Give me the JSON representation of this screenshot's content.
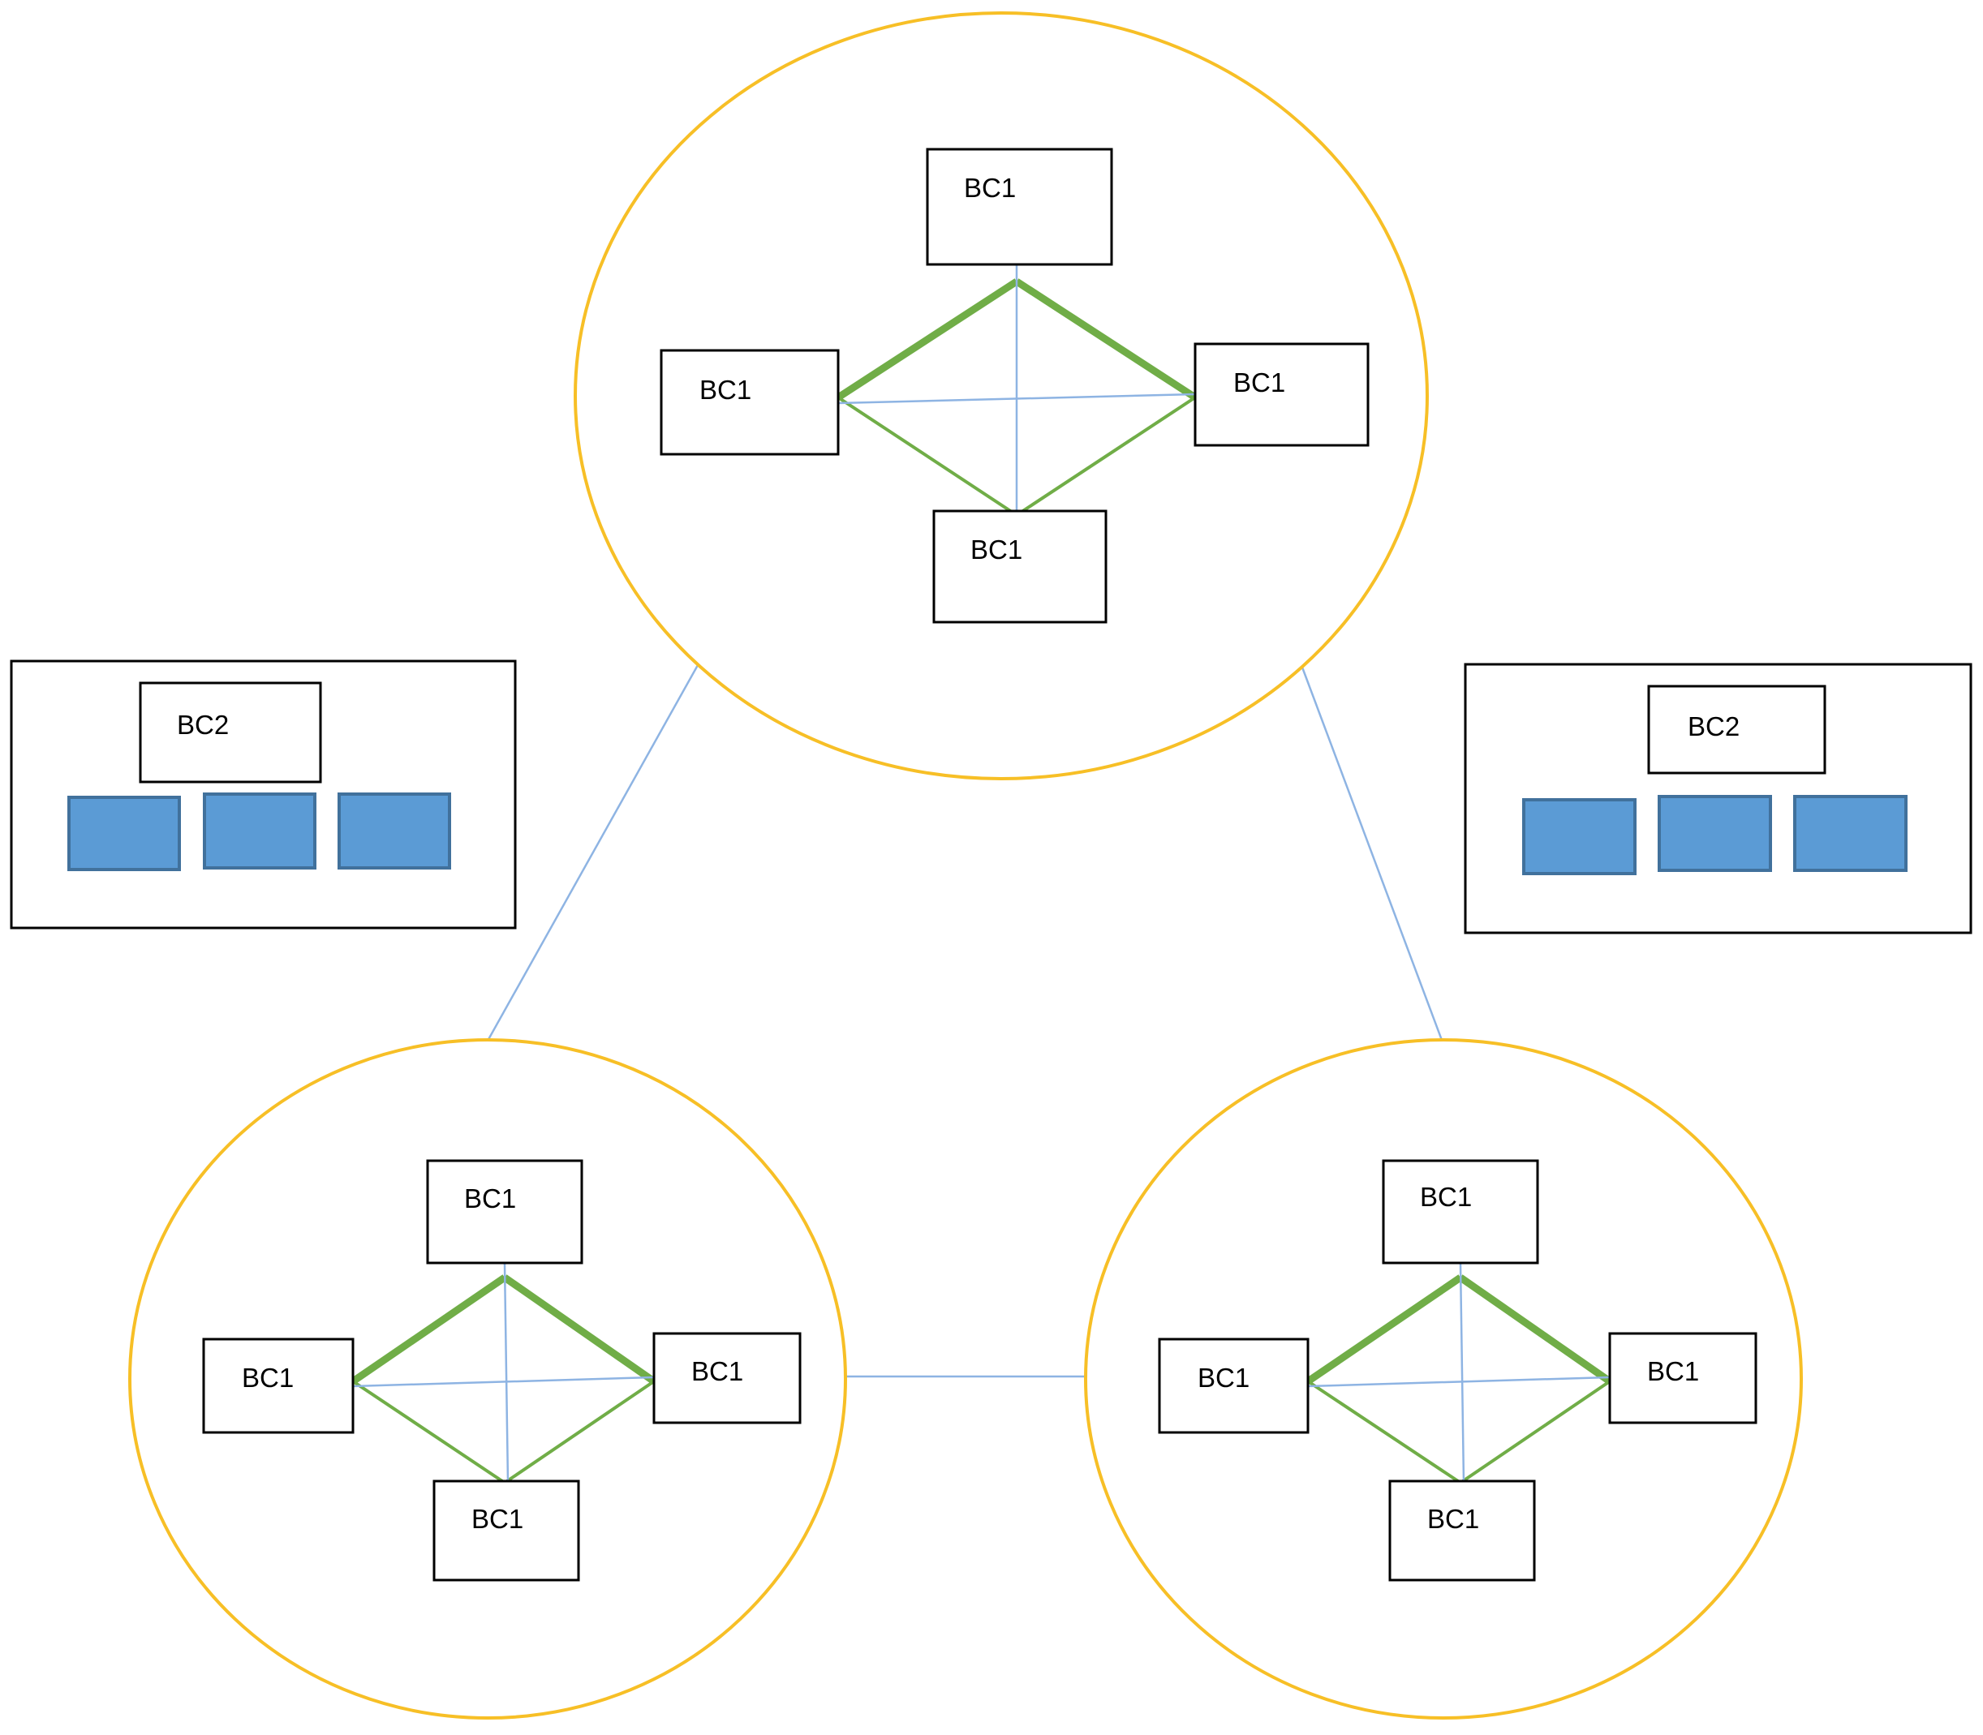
{
  "colors": {
    "cluster_outline": "#f7bf26",
    "mesh_link": "#70ad47",
    "cross_link": "#8eb4e3",
    "block_fill": "#5b9bd5",
    "block_border": "#41719c"
  },
  "clusters": [
    {
      "id": "top",
      "nodes": {
        "top": "BC1",
        "left": "BC1",
        "right": "BC1",
        "bottom": "BC1"
      }
    },
    {
      "id": "bottom-left",
      "nodes": {
        "top": "BC1",
        "left": "BC1",
        "right": "BC1",
        "bottom": "BC1"
      }
    },
    {
      "id": "bottom-right",
      "nodes": {
        "top": "BC1",
        "left": "BC1",
        "right": "BC1",
        "bottom": "BC1"
      }
    }
  ],
  "side_panels": [
    {
      "id": "left",
      "label": "BC2",
      "block_count": 3
    },
    {
      "id": "right",
      "label": "BC2",
      "block_count": 3
    }
  ]
}
